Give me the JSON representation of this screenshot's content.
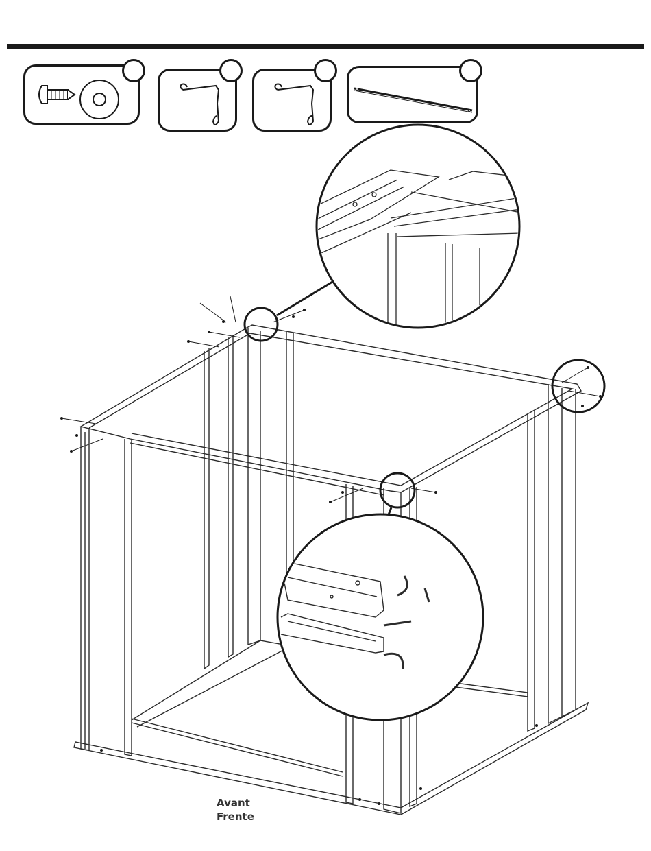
{
  "parts": [
    {
      "id": "screw-washer",
      "qty": ""
    },
    {
      "id": "wire-clip-a",
      "qty": ""
    },
    {
      "id": "wire-clip-b",
      "qty": ""
    },
    {
      "id": "roof-rod",
      "qty": ""
    }
  ],
  "labels": {
    "front_fr": "Avant",
    "front_es": "Frente"
  },
  "colors": {
    "ink": "#1a1a1a",
    "line": "#2b2b2b"
  }
}
